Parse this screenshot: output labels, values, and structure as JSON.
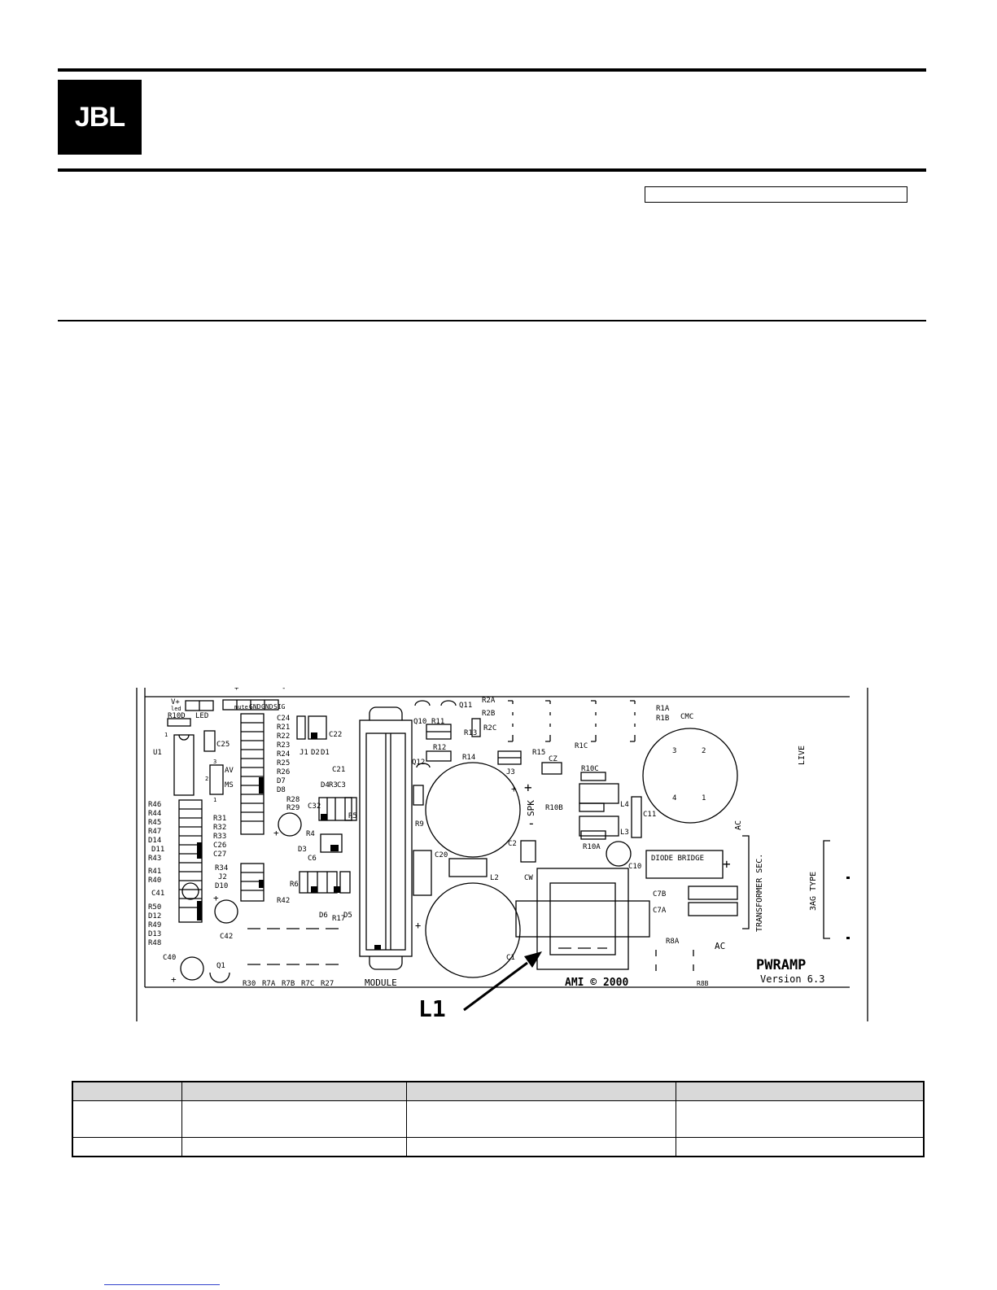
{
  "brand": {
    "logo_text": "JBL"
  },
  "diagram": {
    "title": "PWRAMP",
    "version": "Version 6.3",
    "copyright": "AMI © 2000",
    "callout": "L1",
    "board_labels": {
      "v_plus": "V+",
      "led_small": "led",
      "r10d": "R10D",
      "led": "LED",
      "mute": "mute",
      "gnd1": "GND",
      "gnd2": "GND",
      "sig": "SIG",
      "plus": "+",
      "minus": "-",
      "u1": "U1",
      "pin1": "1",
      "c25": "C25",
      "pin3": "3",
      "pin2": "2",
      "pin1b": "1",
      "av": "AV",
      "ms": "MS",
      "c24": "C24",
      "r21": "R21",
      "r22": "R22",
      "r23": "R23",
      "r24": "R24",
      "r25": "R25",
      "r26": "R26",
      "d7": "D7",
      "d8": "D8",
      "j1": "J1",
      "d2": "D2",
      "d1": "D1",
      "c22": "C22",
      "c21": "C21",
      "d4": "D4",
      "r3": "R3",
      "c3": "C3",
      "r28": "R28",
      "r29": "R29",
      "c32": "C32",
      "r5": "R5",
      "r4": "R4",
      "d3": "D3",
      "c6": "C6",
      "r46": "R46",
      "r44": "R44",
      "r45": "R45",
      "r47": "R47",
      "d14": "D14",
      "d11": "D11",
      "r43": "R43",
      "r31": "R31",
      "r32": "R32",
      "r33": "R33",
      "c26": "C26",
      "c27": "C27",
      "r41": "R41",
      "r40": "R40",
      "c41": "C41",
      "r34": "R34",
      "j2": "J2",
      "d10": "D10",
      "r6": "R6",
      "r42": "R42",
      "r50": "R50",
      "d12": "D12",
      "r49": "R49",
      "d13": "D13",
      "r48": "R48",
      "c42": "C42",
      "d6": "D6",
      "r17": "R17",
      "d5": "D5",
      "c40": "C40",
      "q1": "Q1",
      "r30": "R30",
      "r7a": "R7A",
      "r7b": "R7B",
      "r7c": "R7C",
      "r27": "R27",
      "module": "MODULE",
      "q10": "Q10",
      "r11": "R11",
      "q11": "Q11",
      "r2a": "R2A",
      "r2b": "R2B",
      "r2c": "R2C",
      "r13": "R13",
      "r12": "R12",
      "q12": "Q12",
      "r14": "R14",
      "r9": "R9",
      "j3": "J3",
      "r15": "R15",
      "cz": "CZ",
      "r1c": "R1C",
      "r1a": "R1A",
      "r1b": "R1B",
      "cmc": "CMC",
      "n3": "3",
      "n2": "2",
      "n4": "4",
      "n1": "1",
      "live": "LIVE",
      "r10c": "R10C",
      "r10b": "R10B",
      "spk": "SPK",
      "l4": "L4",
      "l3": "L3",
      "c11": "C11",
      "r10a": "R10A",
      "c2": "C2",
      "c20": "C20",
      "l2": "L2",
      "c10": "C10",
      "diode_bridge": "DIODE BRIDGE",
      "ac_top": "AC",
      "transformer": "TRANSFORMER SEC.",
      "fuse": "3AG TYPE",
      "cw": "CW",
      "c7b": "C7B",
      "c7a": "C7A",
      "r8a": "R8A",
      "ac": "AC",
      "r8b": "R8B",
      "c1": "C1"
    }
  },
  "table": {
    "columns": [
      "",
      "",
      "",
      ""
    ],
    "rows": [
      [
        "",
        "",
        "",
        ""
      ],
      [
        "",
        "",
        "",
        ""
      ]
    ]
  }
}
